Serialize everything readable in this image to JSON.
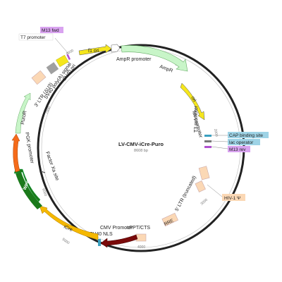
{
  "plasmid": {
    "name": "LV-CMV-iCre-Puro",
    "length": "8608 bp"
  },
  "ticks": [
    "1000",
    "2000",
    "3000",
    "4000",
    "5000",
    "6000",
    "7000",
    "8000"
  ],
  "features": {
    "m13_fwd": "M13 fwd",
    "t7_promoter": "T7 promoter",
    "f1_ori": "f1 ori",
    "ampr_promoter": "AmpR promoter",
    "ampr": "AmpR",
    "ori": "ori",
    "lac_promoter": "lac promoter",
    "cap_binding_site": "CAP binding site",
    "lac_operator": "lac operator",
    "m13_rev": "M13 rev",
    "t3_promoter": "T3 promoter",
    "ltr5": "5′ LTR (truncated)",
    "hiv1_psi": "HIV-1 Ψ",
    "rre": "RRE",
    "cppt": "cPPT/CTS",
    "cmv_promoter": "CMV Promoter",
    "sv40_nls": "SV40 NLS",
    "icre": "iCre",
    "factor_xa": "Factor Xa site",
    "wpre": "WPRE",
    "pgk_promoter": "PGK promoter",
    "puror": "PuroR",
    "ltr3": "3′ LTR (ΔU3)",
    "sv40_polya": "SV40 poly(A) signal",
    "sv40_ori": "SV40 ori"
  },
  "colors": {
    "backbone": "#222222",
    "yellow": "#f5e61c",
    "light_green": "#c8f5c8",
    "peach": "#fbd8b5",
    "orange": "#f56b1a",
    "dark_green": "#1b7a1b",
    "dark_red": "#7a0a0a",
    "gold": "#f5b800",
    "gray": "#a0a0a0",
    "purple_tag": "#d9a3f0",
    "blue_tag": "#9ed3e6",
    "peach_tag": "#fbd8b5"
  }
}
